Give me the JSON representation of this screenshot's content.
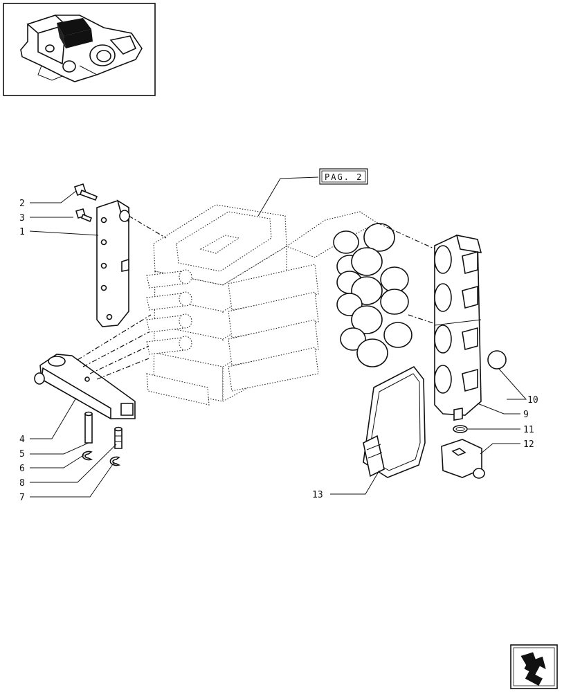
{
  "reference_box": {
    "label": "PAG. 2"
  },
  "callouts": [
    {
      "id": "1",
      "text": "1"
    },
    {
      "id": "2",
      "text": "2"
    },
    {
      "id": "3",
      "text": "3"
    },
    {
      "id": "4",
      "text": "4"
    },
    {
      "id": "5",
      "text": "5"
    },
    {
      "id": "6",
      "text": "6"
    },
    {
      "id": "7",
      "text": "7"
    },
    {
      "id": "8",
      "text": "8"
    },
    {
      "id": "9",
      "text": "9"
    },
    {
      "id": "10",
      "text": "10"
    },
    {
      "id": "11",
      "text": "11"
    },
    {
      "id": "12",
      "text": "12"
    },
    {
      "id": "13",
      "text": "13"
    }
  ],
  "icons": {
    "thumbnail": "valve-assembly-thumbnail-icon",
    "navigation": "next-page-arrow-icon"
  }
}
